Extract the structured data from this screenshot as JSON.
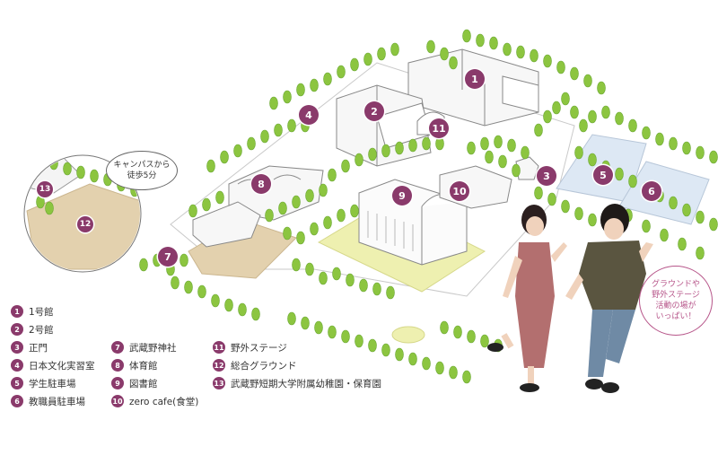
{
  "markers": [
    {
      "num": "1"
    },
    {
      "num": "2"
    },
    {
      "num": "3"
    },
    {
      "num": "4"
    },
    {
      "num": "5"
    },
    {
      "num": "6"
    },
    {
      "num": "7"
    },
    {
      "num": "8"
    },
    {
      "num": "9"
    },
    {
      "num": "10"
    },
    {
      "num": "11"
    },
    {
      "num": "12"
    },
    {
      "num": "13"
    }
  ],
  "legend": {
    "col1": [
      {
        "num": "1",
        "label": "1号館"
      },
      {
        "num": "2",
        "label": "2号館"
      },
      {
        "num": "3",
        "label": "正門"
      },
      {
        "num": "4",
        "label": "日本文化実習室"
      },
      {
        "num": "5",
        "label": "学生駐車場"
      },
      {
        "num": "6",
        "label": "教職員駐車場"
      }
    ],
    "col2": [
      {
        "num": "7",
        "label": "武蔵野神社"
      },
      {
        "num": "8",
        "label": "体育館"
      },
      {
        "num": "9",
        "label": "図書館"
      },
      {
        "num": "10",
        "label": "zero cafe(食堂)"
      }
    ],
    "col3": [
      {
        "num": "11",
        "label": "野外ステージ"
      },
      {
        "num": "12",
        "label": "総合グラウンド"
      },
      {
        "num": "13",
        "label": "武蔵野短期大学附属幼稚園・保育園"
      }
    ]
  },
  "callouts": {
    "walk_line1": "キャンパスから",
    "walk_line2": "徒歩5分",
    "right_line1": "グラウンドや",
    "right_line2": "野外ステージ",
    "right_line3": "活動の場が",
    "right_line4": "いっぱい！"
  },
  "colors": {
    "marker": "#8a3a6b",
    "tree": "#8cc540",
    "ground": "#e3d1ae",
    "parking": "#dde8f4",
    "stage": "#eef0b0"
  },
  "icons": {
    "tree": "tree-icon",
    "building": "building-icon",
    "person": "person-icon"
  }
}
